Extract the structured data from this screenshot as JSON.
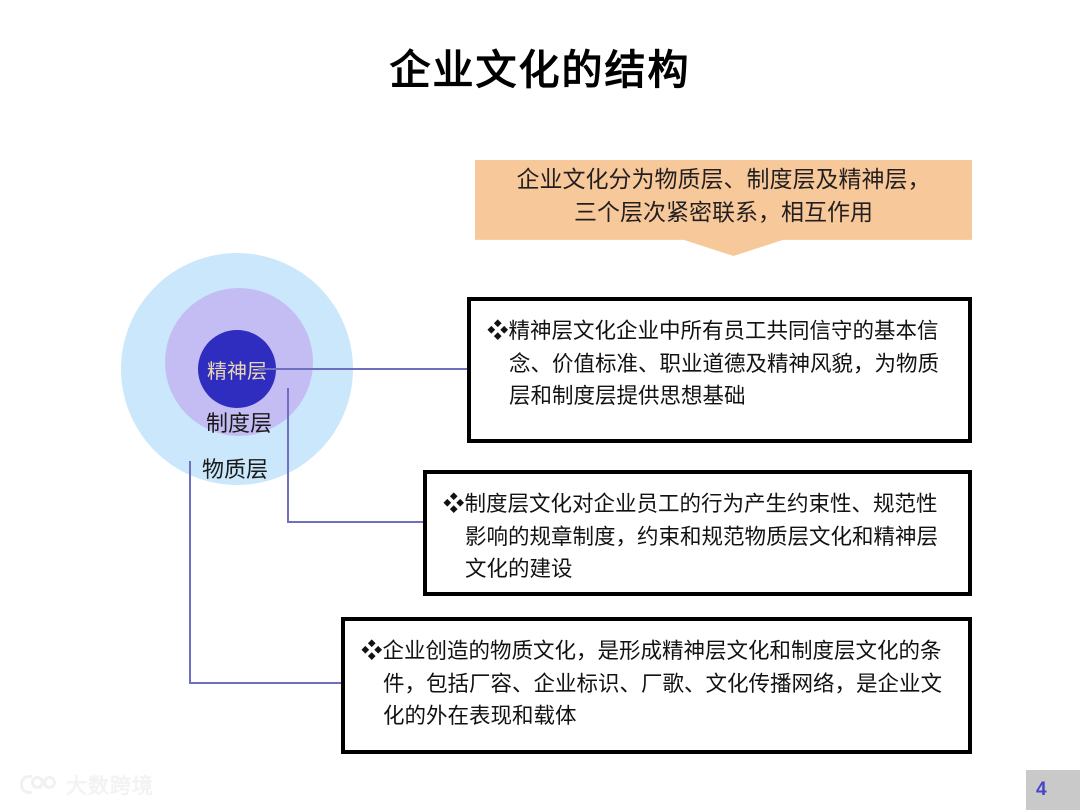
{
  "slide": {
    "title": "企业文化的结构",
    "page_number": "4",
    "background_color": "#ffffff"
  },
  "callout": {
    "line1": "企业文化分为物质层、制度层及精神层，",
    "line2": "三个层次紧密联系，相互作用",
    "fill_color": "#f7c99a",
    "text_color": "#231f20"
  },
  "diagram": {
    "circles": [
      {
        "label": "精神层",
        "level": "inner",
        "fill_color": "#2f2cc0",
        "text_color": "#e8d7b4"
      },
      {
        "label": "制度层",
        "level": "middle",
        "fill_color": "#c4bdf4",
        "text_color": "#1a1a1a"
      },
      {
        "label": "物质层",
        "level": "outer",
        "fill_color": "#cbe7fb",
        "text_color": "#1a1a1a"
      }
    ],
    "connector_color": "#6f6fc0"
  },
  "boxes": [
    {
      "bullet": "❖",
      "text": "精神层文化企业中所有员工共同信守的基本信念、价值标准、职业道德及精神风貌，为物质层和制度层提供思想基础",
      "border_color": "#000000"
    },
    {
      "bullet": "❖",
      "text": "制度层文化对企业员工的行为产生约束性、规范性影响的规章制度，约束和规范物质层文化和精神层文化的建设",
      "border_color": "#000000"
    },
    {
      "bullet": "❖",
      "text": "企业创造的物质文化，是形成精神层文化和制度层文化的条件，包括厂容、企业标识、厂歌、文化传播网络，是企业文化的外在表现和载体",
      "border_color": "#000000"
    }
  ],
  "watermark": {
    "text": "大数跨境",
    "color": "#f2f2f2"
  }
}
